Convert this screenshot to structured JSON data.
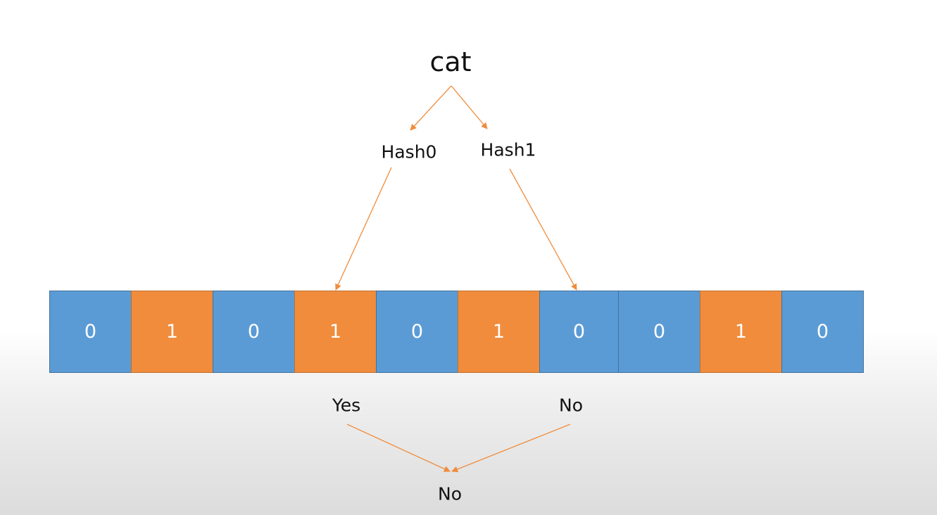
{
  "input_word": "cat",
  "hash_labels": [
    "Hash0",
    "Hash1"
  ],
  "bit_array": [
    "0",
    "1",
    "0",
    "1",
    "0",
    "1",
    "0",
    "0",
    "1",
    "0"
  ],
  "lookup_results": [
    "Yes",
    "No"
  ],
  "final_result": "No",
  "colors": {
    "bit_zero": "#5b9bd5",
    "bit_one": "#f08c3c",
    "arrow": "#f08c3c",
    "text": "#111111"
  }
}
